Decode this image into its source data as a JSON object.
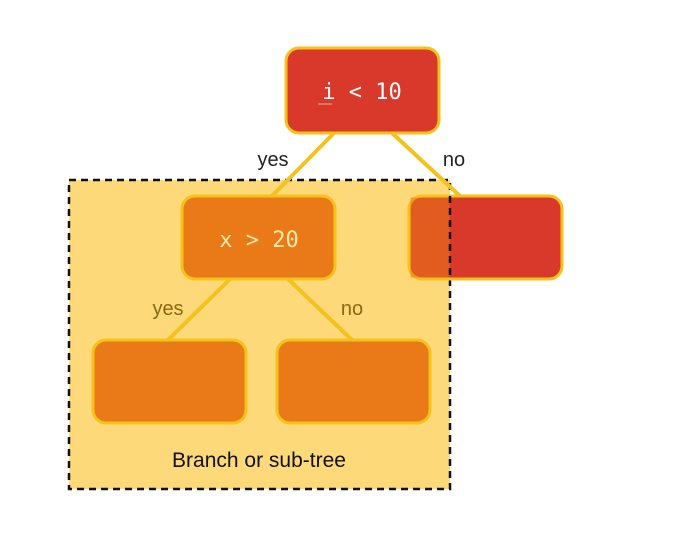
{
  "tree": {
    "root": {
      "condition": "i < 10"
    },
    "root_edges": {
      "yes": "yes",
      "no": "no"
    },
    "child": {
      "condition": "x > 20"
    },
    "child_edges": {
      "yes": "yes",
      "no": "no"
    },
    "subtree_label": "Branch or sub-tree"
  },
  "colors": {
    "red_node": "#d9392a",
    "orange_node": "#e97a17",
    "node_border": "#f5c21b",
    "edge": "#f5c21b",
    "subtree_fill": "#fdd97a",
    "subtree_border": "#111111",
    "label_on_red": "#ffffff",
    "label_on_orange": "#fde9a8",
    "subtree_edge_label": "#8a6a10"
  }
}
